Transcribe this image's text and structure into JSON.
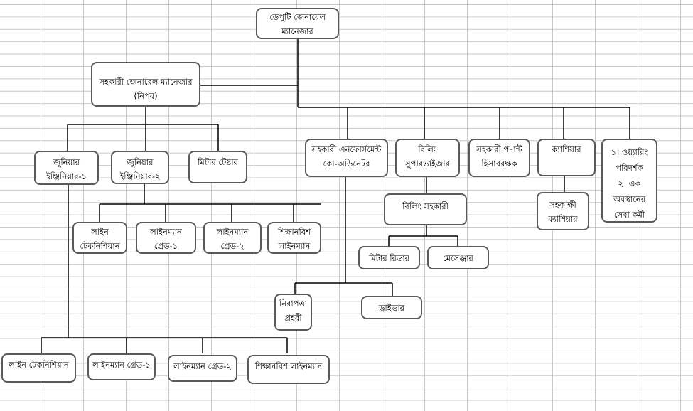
{
  "org_chart": {
    "deputy_gm": [
      "ডেপুটি জেনারেল",
      "ম্যানেজার"
    ],
    "agm": [
      "সহকারী জেনারেল ম্যানেজার",
      "(নিপর)"
    ],
    "je1": [
      "জুনিয়ার",
      "ইঞ্জিনিয়ার-১"
    ],
    "je2": [
      "জুনিয়ার",
      "ইঞ্জিনিয়ার-২"
    ],
    "meter_tester": [
      "মিটার টেষ্টার"
    ],
    "je2_line_tech": [
      "লাইন",
      "টেকনিশিয়ান"
    ],
    "je2_lineman_g1": [
      "লাইনম্যান",
      "গ্রেড-১"
    ],
    "je2_lineman_g2": [
      "লাইনম্যান",
      "গ্রেড-২"
    ],
    "je2_trainee": [
      "শিক্ষানবিশ",
      "লাইনম্যান"
    ],
    "je1_line_tech": [
      "লাইন টেকনিশিয়ান"
    ],
    "je1_lineman_g1": [
      "লাইনম্যান গ্রেড-১"
    ],
    "je1_lineman_g2": [
      "লাইনম্যান গ্রেড-২"
    ],
    "je1_trainee": [
      "শিক্ষানবিশ লাইনম্যান"
    ],
    "enforcement": [
      "সহকারী এনফোর্সমেন্ট",
      "কো-অডিনেটর"
    ],
    "billing_supervisor": [
      "বিলিং",
      "সুপারভাইজার"
    ],
    "plant_accountant": [
      "সহকারী প-ান্ট",
      "হিসাবরক্ষক"
    ],
    "cashier": [
      "ক্যাশিয়ার"
    ],
    "wiring": [
      "১। ওয়্যারিং",
      "পরিদর্শক",
      "২। এক",
      "অবস্থানের",
      "সেবা কর্মী"
    ],
    "billing_assistant": [
      "বিলিং সহকারী"
    ],
    "assistant_cashier": [
      "সহকাক্ষী",
      "ক্যাশিয়ার"
    ],
    "meter_reader": [
      "মিটার রিডার"
    ],
    "messenger": [
      "মেসেঞ্জার"
    ],
    "security_guard": [
      "নিরাপত্তা",
      "প্রহরী"
    ],
    "driver": [
      "ড্রাইভার"
    ]
  }
}
